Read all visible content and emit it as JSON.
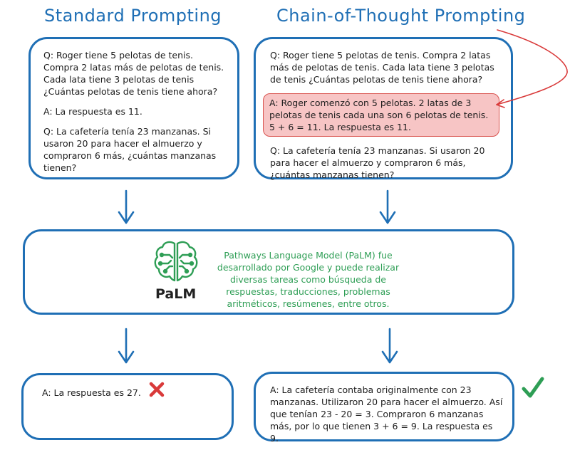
{
  "titles": {
    "standard": "Standard Prompting",
    "cot": "Chain-of-Thought Prompting"
  },
  "standard_box": {
    "q1": "Q: Roger tiene 5 pelotas de tenis. Compra 2 latas más de pelotas de tenis. Cada lata tiene 3 pelotas de tenis ¿Cuántas pelotas de tenis tiene ahora?",
    "a1": "A: La respuesta es 11.",
    "q2": "Q: La cafetería tenía 23 manzanas. Si usaron 20 para hacer el almuerzo y compraron 6 más, ¿cuántas manzanas tienen?"
  },
  "cot_box": {
    "q1": "Q: Roger tiene 5 pelotas de tenis. Compra 2 latas más de pelotas de tenis. Cada lata tiene 3 pelotas de tenis ¿Cuántas pelotas de tenis tiene ahora?",
    "a1": "A: Roger comenzó con 5 pelotas. 2 latas de 3 pelotas de tenis cada una son 6 pelotas de tenis. 5 + 6 = 11. La respuesta es 11.",
    "q2": "Q: La cafetería tenía 23 manzanas. Si usaron 20 para hacer el almuerzo y compraron 6 más, ¿cuántas manzanas tienen?"
  },
  "palm": {
    "label": "PaLM",
    "description": "Pathways Language Model (PaLM) fue desarrollado por Google y puede realizar diversas tareas como búsqueda de respuestas, traducciones, problemas aritméticos, resúmenes, entre otros."
  },
  "outputs": {
    "standard": "A: La respuesta es 27.",
    "cot": "A: La cafetería contaba originalmente con 23 manzanas. Utilizaron 20 para hacer el almuerzo. Así que tenían 23 - 20 = 3. Compraron 6 manzanas más, por lo que tienen 3 + 6 = 9. La respuesta es 9."
  },
  "icons": {
    "wrong": "red-x-icon",
    "correct": "green-check-icon",
    "model": "brain-circuit-icon"
  },
  "colors": {
    "border": "#1f6fb5",
    "title": "#1f6fb5",
    "highlight_fill": "#f7c5c5",
    "highlight_border": "#d9534f",
    "palm_text": "#2e9e55",
    "wrong": "#d93a3a",
    "correct": "#2e9e55"
  }
}
